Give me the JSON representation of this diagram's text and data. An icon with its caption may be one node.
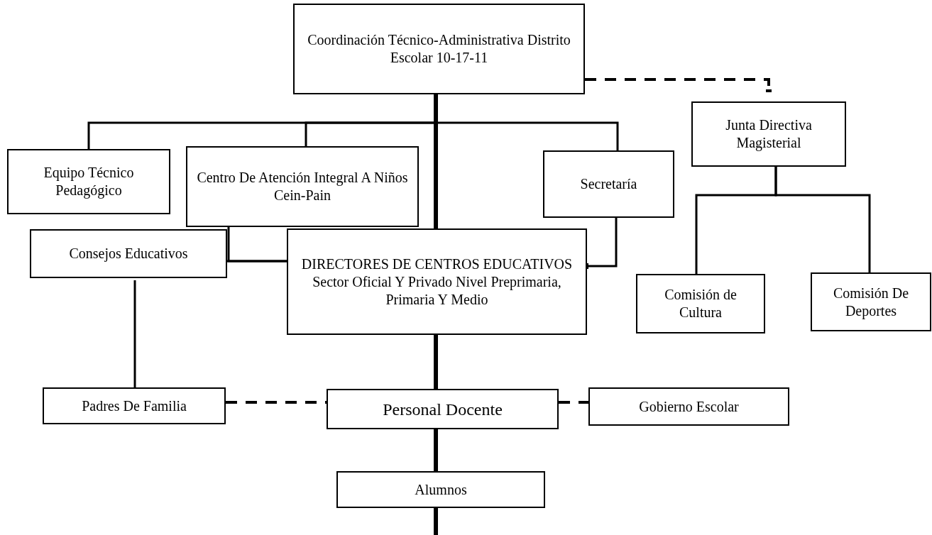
{
  "diagram": {
    "nodes": [
      {
        "text": [
          "Coordinación Técnico-Administrativa Distrito Escolar 10-17-11"
        ]
      },
      {
        "text": [
          "Junta Directiva Magisterial"
        ]
      },
      {
        "text": [
          "Equipo Técnico Pedagógico"
        ]
      },
      {
        "text": [
          "Centro De Atención Integral A Niños Cein-Pain"
        ]
      },
      {
        "text": [
          "Secretaría"
        ]
      },
      {
        "text": [
          "Consejos Educativos"
        ]
      },
      {
        "text": [
          "DIRECTORES DE CENTROS EDUCATIVOS Sector Oficial Y Privado Nivel Preprimaria, Primaria Y Medio"
        ]
      },
      {
        "text": [
          "Comisión de Cultura"
        ]
      },
      {
        "text": [
          "Comisión De Deportes"
        ]
      },
      {
        "text": [
          "Padres De Familia"
        ]
      },
      {
        "text": [
          "Personal Docente"
        ]
      },
      {
        "text": [
          "Gobierno Escolar"
        ]
      },
      {
        "text": [
          "Alumnos"
        ]
      }
    ],
    "edges": [
      {
        "from": 0,
        "to": 1,
        "arrow": "other",
        "style": "dashed"
      },
      {
        "from": 0,
        "to": 2,
        "arrow": "none"
      },
      {
        "from": 0,
        "to": 3,
        "arrow": "none"
      },
      {
        "from": 0,
        "to": 4,
        "arrow": "none"
      },
      {
        "from": 0,
        "to": 6,
        "arrow": "none",
        "style": "thick"
      },
      {
        "from": 1,
        "to": 7,
        "arrow": "none"
      },
      {
        "from": 1,
        "to": 8,
        "arrow": "none"
      },
      {
        "from": 3,
        "to": 6,
        "arrow": "none"
      },
      {
        "from": 5,
        "to": 6,
        "arrow": "none"
      },
      {
        "from": 4,
        "to": 6,
        "arrow": "other"
      },
      {
        "from": 5,
        "to": 9,
        "arrow": "none"
      },
      {
        "from": 6,
        "to": 10,
        "arrow": "none",
        "style": "thick"
      },
      {
        "from": 9,
        "to": 10,
        "arrow": "none",
        "style": "dashed"
      },
      {
        "from": 10,
        "to": 11,
        "arrow": "none",
        "style": "dashed"
      },
      {
        "from": 10,
        "to": 12,
        "arrow": "none",
        "style": "thick"
      },
      {
        "from": 12,
        "to": null,
        "arrow": "none",
        "style": "thick"
      }
    ]
  }
}
